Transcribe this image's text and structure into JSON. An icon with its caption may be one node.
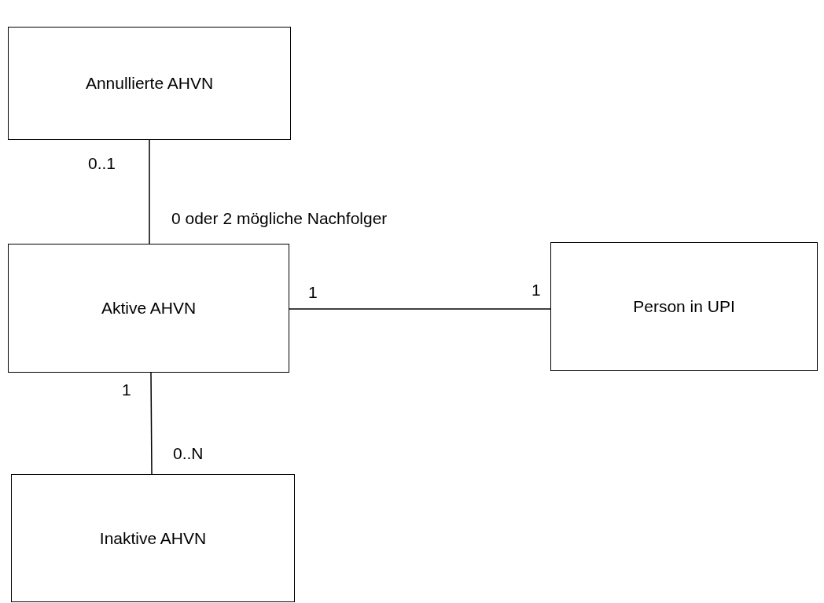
{
  "diagram": {
    "nodes": [
      {
        "text": [
          "Annullierte AHVN"
        ]
      },
      {
        "text": [
          "Aktive AHVN"
        ]
      },
      {
        "text": [
          "Person in UPI"
        ]
      },
      {
        "text": [
          "Inaktive AHVN"
        ]
      }
    ],
    "edges": [
      {
        "from": 0,
        "to": 1,
        "arrow": "none"
      },
      {
        "from": 1,
        "to": 2,
        "arrow": "none"
      },
      {
        "from": 1,
        "to": 3,
        "arrow": "none"
      }
    ],
    "labels": [
      "0..1",
      "0 oder 2 mögliche Nachfolger",
      "1",
      "1",
      "1",
      "0..N"
    ]
  }
}
